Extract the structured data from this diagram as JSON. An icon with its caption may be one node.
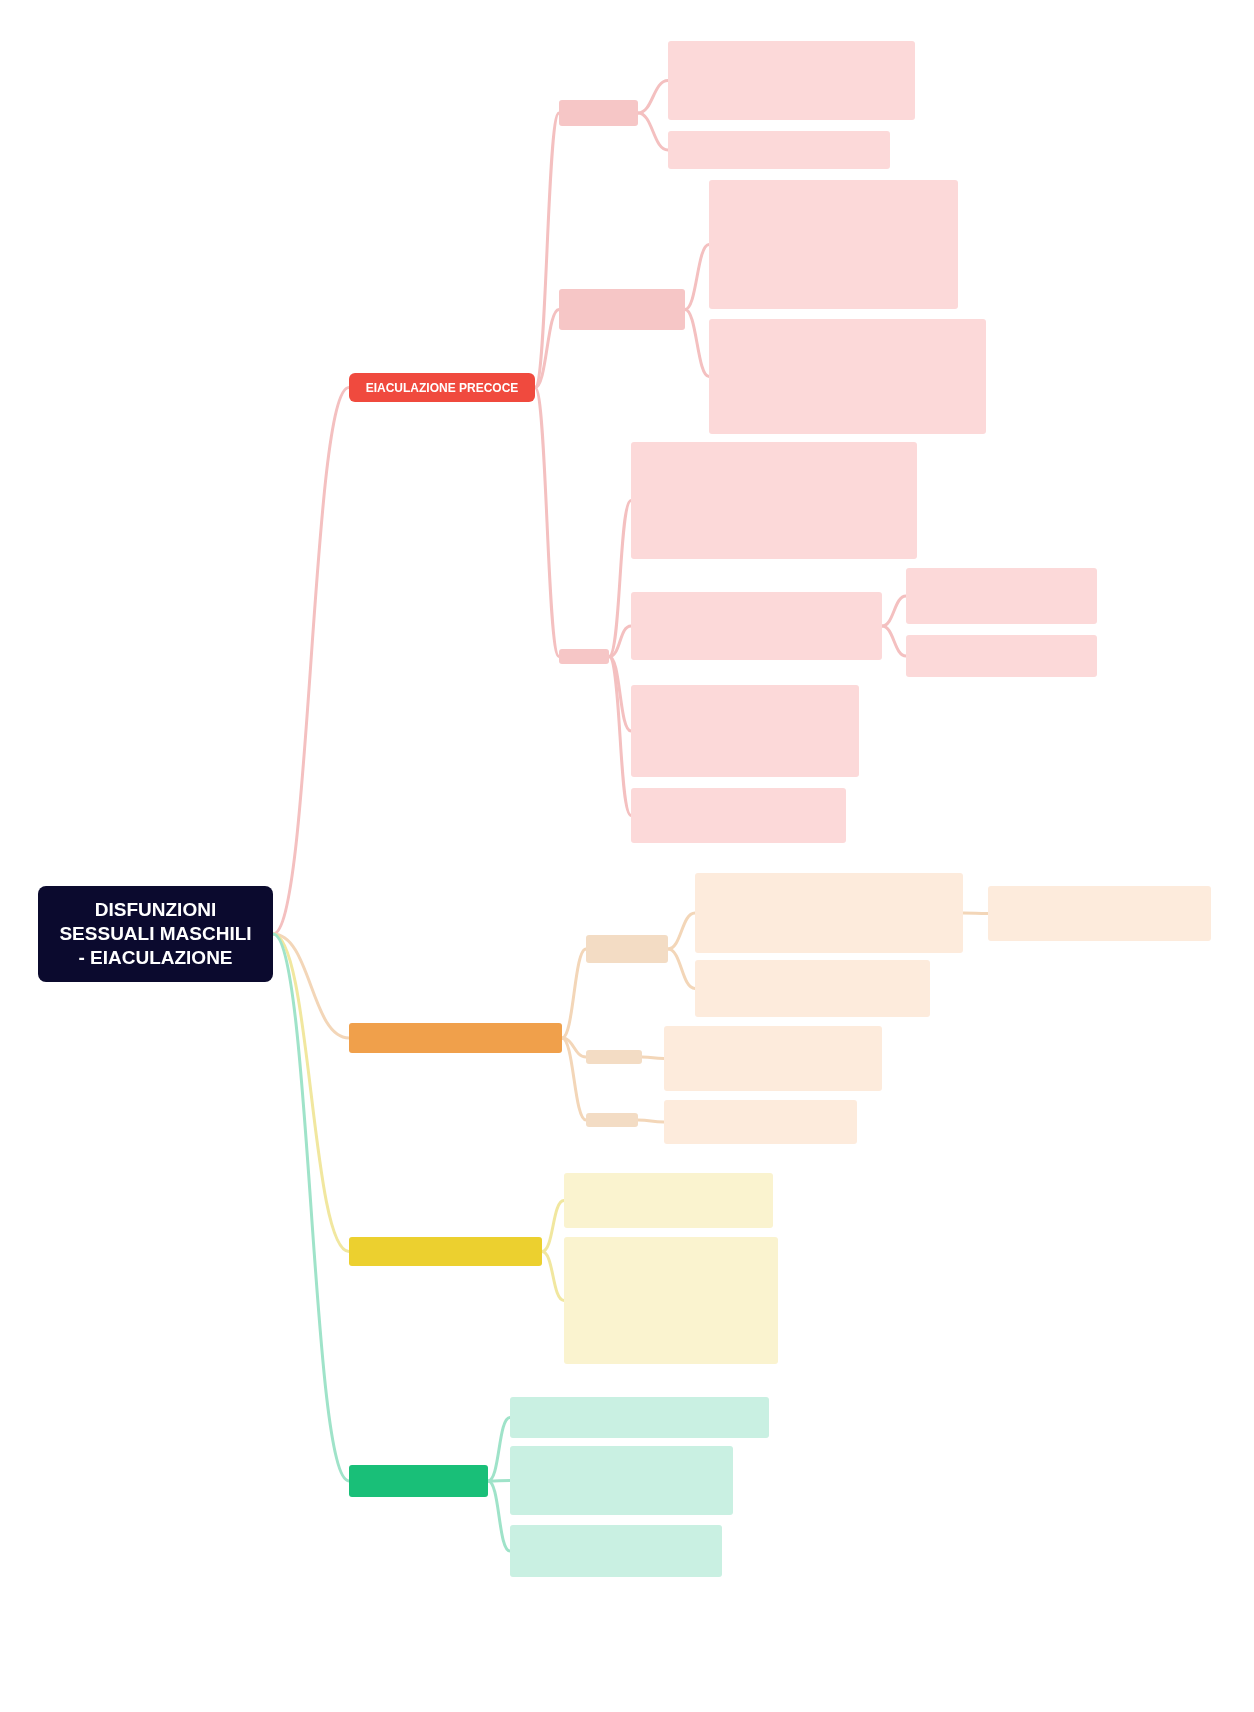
{
  "diagram": {
    "nodes": [
      {
        "text": [
          "DISFUNZIONI SESSUALI MASCHILI - EIACULAZIONE"
        ]
      },
      {
        "text": [
          "EIACULAZIONE PRECOCE"
        ]
      },
      {
        "text": [],
        "shape": "box"
      },
      {
        "text": [],
        "shape": "box"
      },
      {
        "text": [],
        "shape": "box"
      },
      {
        "text": [],
        "shape": "box"
      },
      {
        "text": [],
        "shape": "box"
      },
      {
        "text": [],
        "shape": "box"
      },
      {
        "text": [],
        "shape": "box"
      },
      {
        "text": [],
        "shape": "box"
      },
      {
        "text": [],
        "shape": "box"
      },
      {
        "text": [],
        "shape": "box"
      },
      {
        "text": [],
        "shape": "box"
      },
      {
        "text": [],
        "shape": "box"
      },
      {
        "text": [],
        "shape": "box"
      },
      {
        "text": [],
        "shape": "box"
      },
      {
        "text": [],
        "shape": "box"
      },
      {
        "text": [],
        "shape": "box"
      },
      {
        "text": [],
        "shape": "box"
      },
      {
        "text": [],
        "shape": "box"
      },
      {
        "text": [],
        "shape": "box"
      },
      {
        "text": [],
        "shape": "box"
      },
      {
        "text": [],
        "shape": "box"
      },
      {
        "text": [],
        "shape": "box"
      },
      {
        "text": [],
        "shape": "box"
      },
      {
        "text": [],
        "shape": "box"
      },
      {
        "text": [],
        "shape": "box"
      },
      {
        "text": [],
        "shape": "box"
      },
      {
        "text": [],
        "shape": "box"
      },
      {
        "text": [],
        "shape": "box"
      },
      {
        "text": [],
        "shape": "box"
      }
    ],
    "edges": [
      {
        "from": 0,
        "to": 1,
        "arrow": "none"
      },
      {
        "from": 0,
        "to": 15,
        "arrow": "none",
        "color": "#f3d6b8"
      },
      {
        "from": 0,
        "to": 24,
        "arrow": "none",
        "color": "#f1e79f"
      },
      {
        "from": 0,
        "to": 27,
        "arrow": "none",
        "color": "#9fe3c9"
      },
      {
        "from": 1,
        "to": 2,
        "arrow": "none"
      },
      {
        "from": 1,
        "to": 5,
        "arrow": "none"
      },
      {
        "from": 1,
        "to": 8,
        "arrow": "none"
      },
      {
        "from": 2,
        "to": 3,
        "arrow": "none"
      },
      {
        "from": 2,
        "to": 4,
        "arrow": "none"
      },
      {
        "from": 5,
        "to": 6,
        "arrow": "none"
      },
      {
        "from": 5,
        "to": 7,
        "arrow": "none"
      },
      {
        "from": 8,
        "to": 9,
        "arrow": "none"
      },
      {
        "from": 8,
        "to": 10,
        "arrow": "none"
      },
      {
        "from": 8,
        "to": 13,
        "arrow": "none"
      },
      {
        "from": 8,
        "to": 14,
        "arrow": "none"
      },
      {
        "from": 10,
        "to": 11,
        "arrow": "none"
      },
      {
        "from": 10,
        "to": 12,
        "arrow": "none"
      },
      {
        "from": 15,
        "to": 16,
        "arrow": "none",
        "color": "#f3d6b8"
      },
      {
        "from": 15,
        "to": 20,
        "arrow": "none",
        "color": "#f3d6b8"
      },
      {
        "from": 15,
        "to": 22,
        "arrow": "none",
        "color": "#f3d6b8"
      },
      {
        "from": 16,
        "to": 17,
        "arrow": "none",
        "color": "#f3d6b8"
      },
      {
        "from": 16,
        "to": 19,
        "arrow": "none",
        "color": "#f3d6b8"
      },
      {
        "from": 17,
        "to": 18,
        "arrow": "none",
        "color": "#f3d6b8"
      },
      {
        "from": 20,
        "to": 21,
        "arrow": "none",
        "color": "#f3d6b8"
      },
      {
        "from": 22,
        "to": 23,
        "arrow": "none",
        "color": "#f3d6b8"
      },
      {
        "from": 24,
        "to": 25,
        "arrow": "none",
        "color": "#f1e79f"
      },
      {
        "from": 24,
        "to": 26,
        "arrow": "none",
        "color": "#f1e79f"
      },
      {
        "from": 27,
        "to": 28,
        "arrow": "none",
        "color": "#9fe3c9"
      },
      {
        "from": 27,
        "to": 29,
        "arrow": "none",
        "color": "#9fe3c9"
      },
      {
        "from": 27,
        "to": 30,
        "arrow": "none",
        "color": "#9fe3c9"
      }
    ]
  }
}
